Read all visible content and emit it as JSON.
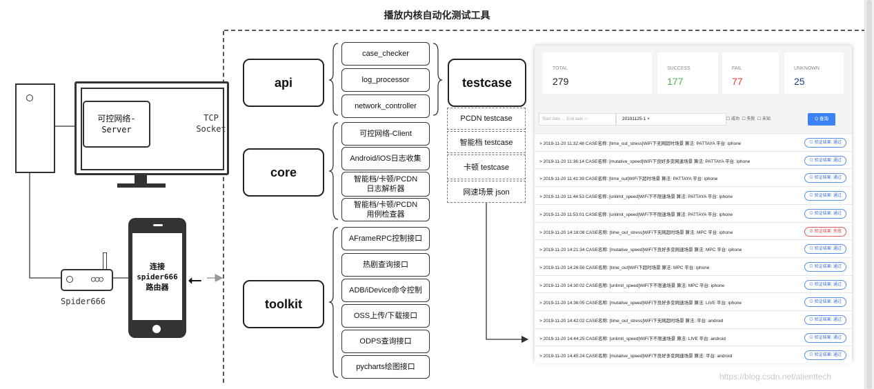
{
  "title": "播放内核自动化测试工具",
  "left": {
    "server_box": "可控网络-\nServer",
    "tcp_label": "TCP\nSocket",
    "router_label": "Spider666",
    "phone_text": "连接\nspider666\n路由器"
  },
  "modules": [
    {
      "name": "api",
      "items": [
        "case_checker",
        "log_processor",
        "network_controller"
      ]
    },
    {
      "name": "core",
      "items": [
        "可控网络-Client",
        "Android/iOS日志收集",
        "智能档/卡顿/PCDN\n日志解析器",
        "智能档/卡顿/PCDN\n用例检查器"
      ]
    },
    {
      "name": "toolkit",
      "items": [
        "AFrameRPC控制接口",
        "热剧查询接口",
        "ADB/iDevice命令控制",
        "OSS上传/下载接口",
        "ODPS查询接口",
        "pycharts绘图接口"
      ]
    }
  ],
  "testcase": {
    "title": "testcase",
    "items": [
      "PCDN testcase",
      "智能档 testcase",
      "卡顿 testcase",
      "网速场景 json"
    ]
  },
  "dashboard": {
    "stats": [
      {
        "label": "TOTAL",
        "value": "279",
        "color": "#222222"
      },
      {
        "label": "SUCCESS",
        "value": "177",
        "color": "#4caf50"
      },
      {
        "label": "FAIL",
        "value": "77",
        "color": "#e53935"
      },
      {
        "label": "UNKNOWN",
        "value": "25",
        "color": "#1e3a8a"
      }
    ],
    "filter": {
      "start": "Start date",
      "arrow": "→",
      "end": "End date",
      "tag": "20191125-1 ×",
      "checks": [
        "成功",
        "失败",
        "未知"
      ],
      "button": "Q 查询"
    },
    "rows": [
      {
        "text": ">  2019-11-20 11:32:48 CASE名称:  [time_out_stress]WiFi下无网超时场景 算法:  PATTAYA 平台:  iphone",
        "result": "⊙ 验证结果: 通过",
        "fail": false
      },
      {
        "text": ">  2019-11-20 11:36:14 CASE名称:  [mutative_speed]WiFi下良好多变网速场景 算法:  PATTAYA 平台:  iphone",
        "result": "⊙ 验证结果: 通过",
        "fail": false
      },
      {
        "text": ">  2019-11-20 11:41:39 CASE名称:  [time_out]WiFi下超时场景 算法:  PATTAYA 平台:  iphone",
        "result": "⊙ 验证结果: 通过",
        "fail": false
      },
      {
        "text": ">  2019-11-20 11:44:53 CASE名称:  [unlimit_speed]WiFi下不限速场景 算法:  PATTAYA 平台:  iphone",
        "result": "⊙ 验证结果: 通过",
        "fail": false
      },
      {
        "text": ">  2019-11-20 11:53:01 CASE名称:  [unlimit_speed]WiFi下不限速场景 算法:  PATTAYA 平台:  iphone",
        "result": "⊙ 验证结果: 通过",
        "fail": false
      },
      {
        "text": ">  2019-11-20 14:18:08 CASE名称:  [time_out_stress]WiFi下无网超时场景 算法:  MPC 平台:  iphone",
        "result": "⊘ 验证结果: 失败",
        "fail": true
      },
      {
        "text": ">  2019-11-20 14:21:34 CASE名称:  [mutative_speed]WiFi下良好多变网速场景 算法:  MPC 平台:  iphone",
        "result": "⊙ 验证结果: 通过",
        "fail": false
      },
      {
        "text": ">  2019-11-20 14:26:59 CASE名称:  [time_out]WiFi下超时场景 算法:  MPC 平台:  iphone",
        "result": "⊙ 验证结果: 通过",
        "fail": false
      },
      {
        "text": ">  2019-11-20 14:30:02 CASE名称:  [unlimit_speed]WiFi下不限速场景 算法:  MPC 平台:  iphone",
        "result": "⊙ 验证结果: 通过",
        "fail": false
      },
      {
        "text": ">  2019-11-20 14:36:05 CASE名称:  [mutative_speed]WiFi下良好多变网速场景 算法:  LIVE 平台:  iphone",
        "result": "⊙ 验证结果: 通过",
        "fail": false
      },
      {
        "text": ">  2019-11-20 14:42:02 CASE名称:  [time_out_stress]WiFi下无网超时场景 算法:  平台:  android",
        "result": "⊙ 验证结果: 通过",
        "fail": false
      },
      {
        "text": ">  2019-11-20 14:44:25 CASE名称:  [unlimit_speed]WiFi下不限速场景 算法:  LIVE 平台:  android",
        "result": "⊙ 验证结果: 通过",
        "fail": false
      },
      {
        "text": ">  2019-11-20 14:45:24 CASE名称:  [mutative_speed]WiFi下良好多变网速场景 算法:  平台:  android",
        "result": "⊙ 验证结果: 通过",
        "fail": false
      }
    ]
  },
  "watermark": "https://blog.csdn.net/alienttech"
}
